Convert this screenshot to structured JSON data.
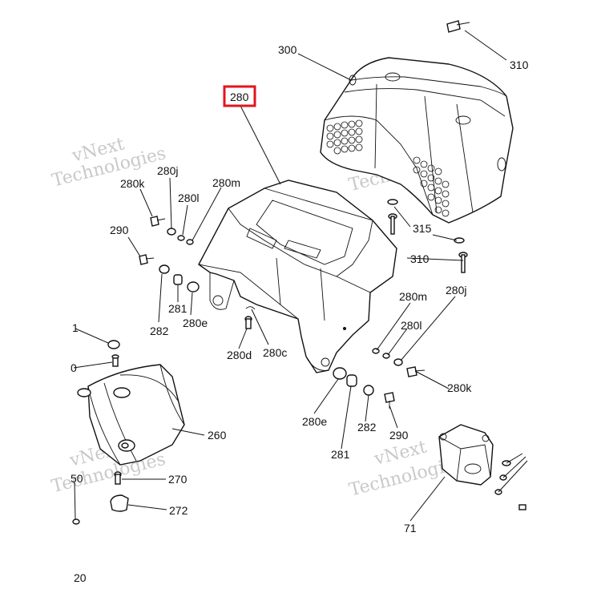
{
  "labels": {
    "p300": "300",
    "p310_top": "310",
    "p280": "280",
    "p280j_l": "280j",
    "p280k_l": "280k",
    "p280l_l": "280l",
    "p280m_l": "280m",
    "p290_l": "290",
    "p281_l": "281",
    "p282_l": "282",
    "p280e_l": "280e",
    "p280d": "280d",
    "p280c": "280c",
    "p315": "315",
    "p310_mid": "310",
    "p280j_r": "280j",
    "p280m_r": "280m",
    "p280l_r": "280l",
    "p280k_r": "280k",
    "p280e_r": "280e",
    "p281_r": "281",
    "p282_r": "282",
    "p290_r": "290",
    "p260": "260",
    "p270": "270",
    "p272": "272",
    "p71": "71",
    "p_left1": "1",
    "p_left0": "0",
    "p_left50": "50",
    "p_left20": "20"
  },
  "watermarks": {
    "w1a": "vNext",
    "w1b": "Technologies",
    "w2a": "vNext",
    "w2b": "Technologies",
    "w3a": "vNext",
    "w3b": "Technologies",
    "w4a": "vNext",
    "w4b": "Technologies"
  },
  "highlight_color": "#e0161f"
}
